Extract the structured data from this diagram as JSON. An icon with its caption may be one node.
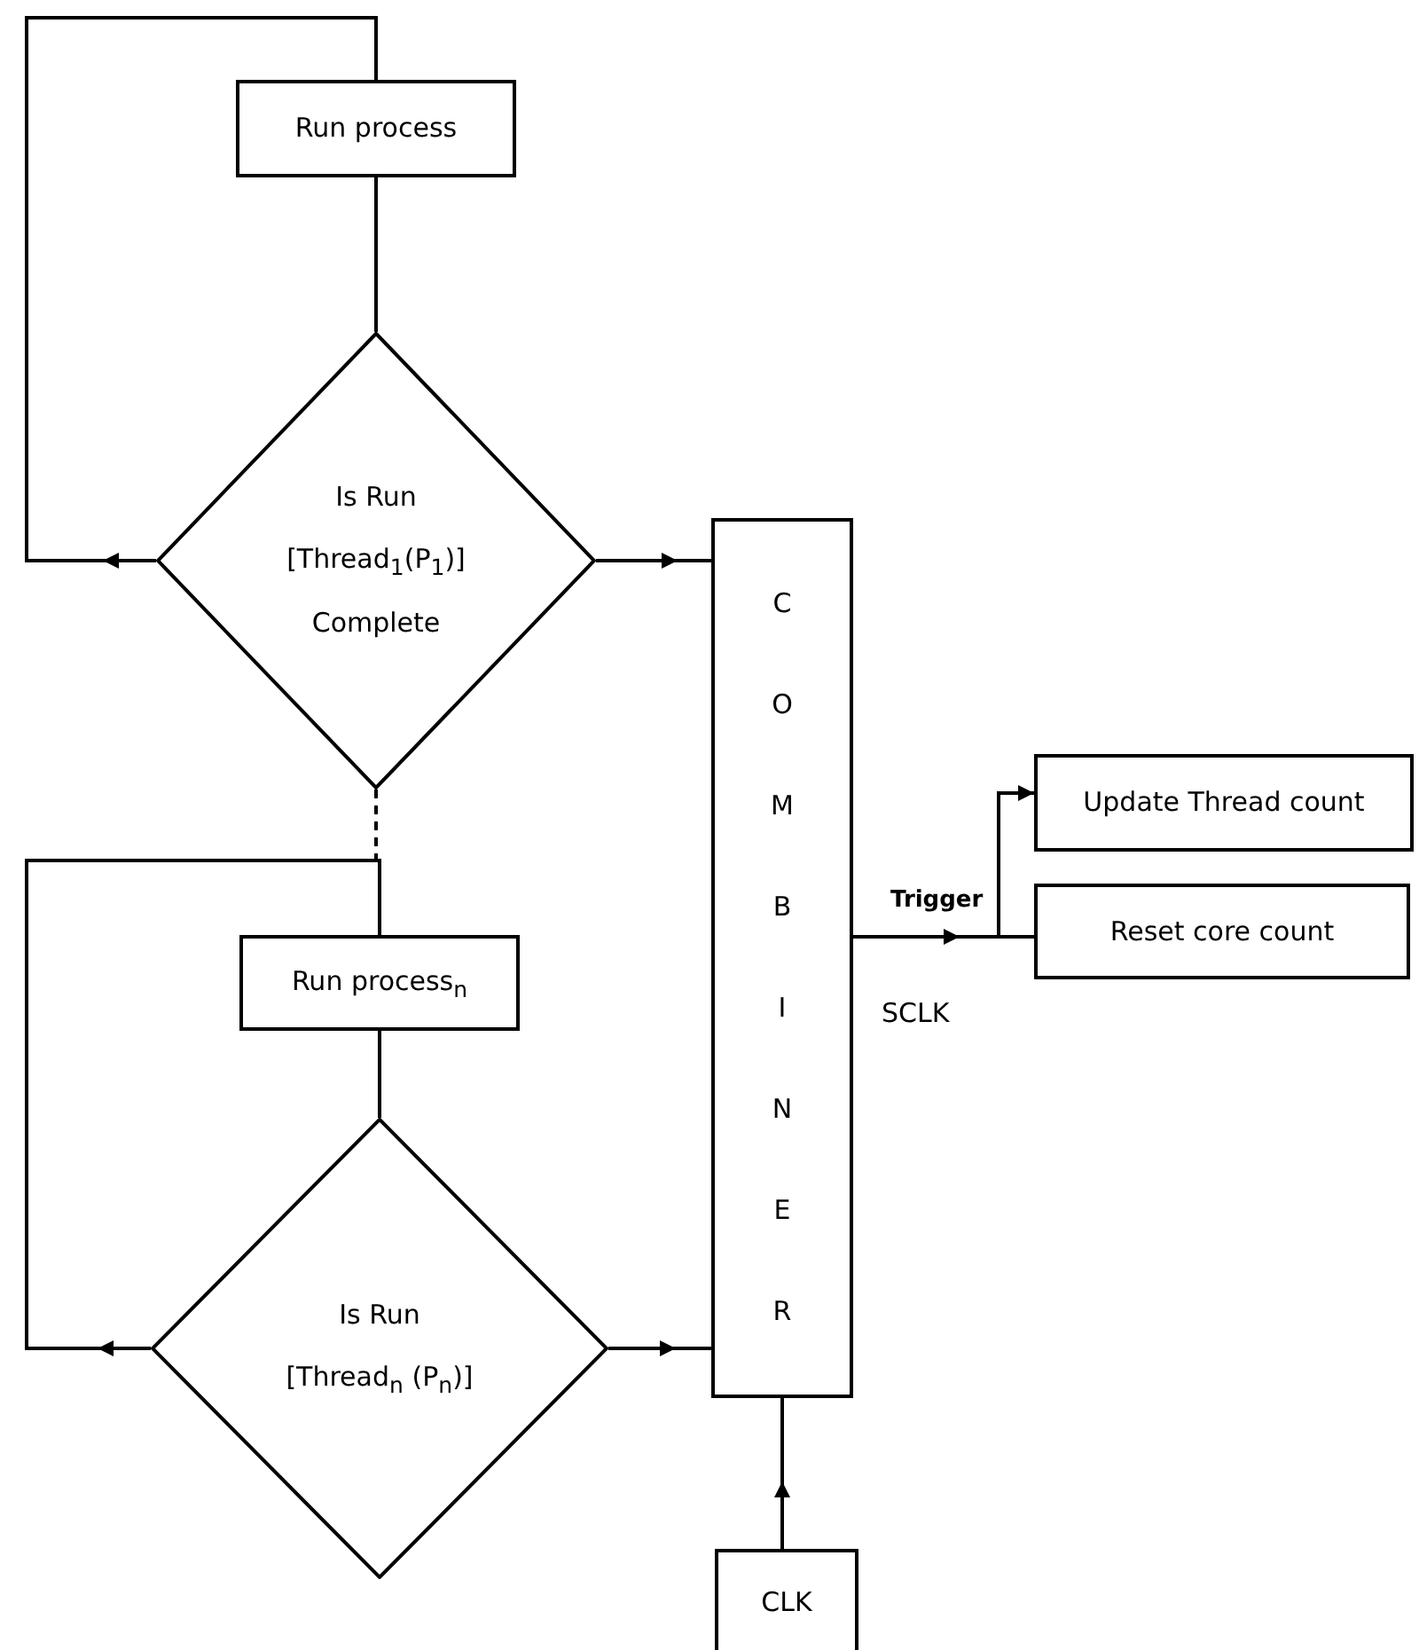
{
  "diagram": {
    "nodes": [
      {
        "text": [
          "Run process"
        ]
      },
      {
        "text": [
          "Is Run [Thread$_{1}$(P$_{1}$)] Complete"
        ]
      },
      {
        "text": [
          "Run process$_{n}$"
        ]
      },
      {
        "text": [
          "Is Run [Thread$_{n}$ (P$_{n}$)]"
        ]
      },
      {
        "text": [
          "COMBINER"
        ]
      },
      {
        "text": [
          "Update Thread count"
        ]
      },
      {
        "text": [
          "Reset core count"
        ]
      },
      {
        "text": [
          "CLK"
        ]
      }
    ],
    "edges": [
      {
        "from": 0,
        "to": 1,
        "arrow": "none"
      },
      {
        "from": 1,
        "to": 0,
        "arrow": "to"
      },
      {
        "from": 1,
        "to": 4,
        "arrow": "to"
      },
      {
        "from": 1,
        "to": 2,
        "arrow": "none",
        "style": "dashed"
      },
      {
        "from": 2,
        "to": 3,
        "arrow": "none"
      },
      {
        "from": 3,
        "to": 2,
        "arrow": "to"
      },
      {
        "from": 3,
        "to": 4,
        "arrow": "to"
      },
      {
        "from": 7,
        "to": 4,
        "arrow": "to"
      },
      {
        "from": 4,
        "to": 5,
        "arrow": "to"
      },
      {
        "from": 4,
        "to": 6,
        "arrow": "to",
        "label": "Trigger"
      }
    ],
    "labels": [
      "SCLK"
    ]
  }
}
